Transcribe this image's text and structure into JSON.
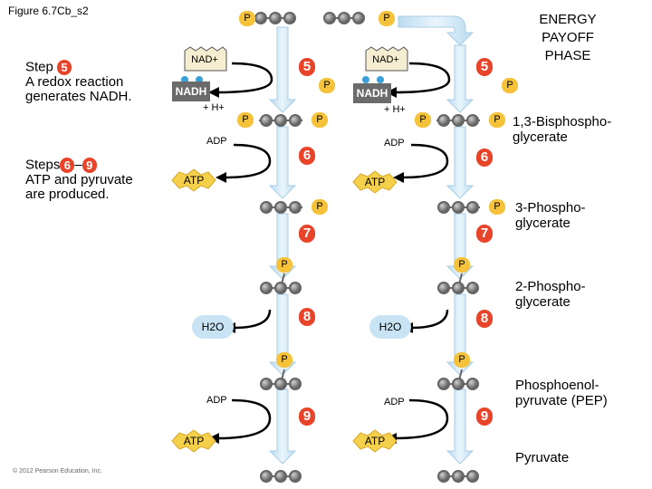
{
  "figure_label": "Figure 6.7Cb_s2",
  "phase_title": "ENERGY PAYOFF PHASE",
  "step5": {
    "prefix": "Step",
    "number": "5",
    "text": "A redox reaction generates NADH."
  },
  "steps69": {
    "prefix": "Steps",
    "from": "6",
    "dash": "–",
    "to": "9",
    "text": "ATP and pyruvate are produced."
  },
  "compounds": {
    "bpg": "1,3-Bisphospho-glycerate",
    "pg3": "3-Phospho-glycerate",
    "pg2": "2-Phospho-glycerate",
    "pep": "Phosphoenol-pyruvate (PEP)",
    "pyruvate": "Pyruvate"
  },
  "labels": {
    "p": "P",
    "nad_plus": "NAD+",
    "nadh": "NADH",
    "h_plus": "+ H+",
    "adp": "ADP",
    "atp": "ATP",
    "h2o": "H2O",
    "step_5": "5",
    "step_6": "6",
    "step_7": "7",
    "step_8": "8",
    "step_9": "9"
  },
  "copyright": "© 2012 Pearson Education, Inc.",
  "colors": {
    "step_badge": "#e8442a",
    "phosphate": "#f5c23a",
    "nadh_box": "#6b6b6b",
    "arrow_blue": "#d5ebf7",
    "atp_yellow": "#f5d04a",
    "water_blue": "#c8e3f4",
    "carbon_gray": "#7a7a7a"
  }
}
